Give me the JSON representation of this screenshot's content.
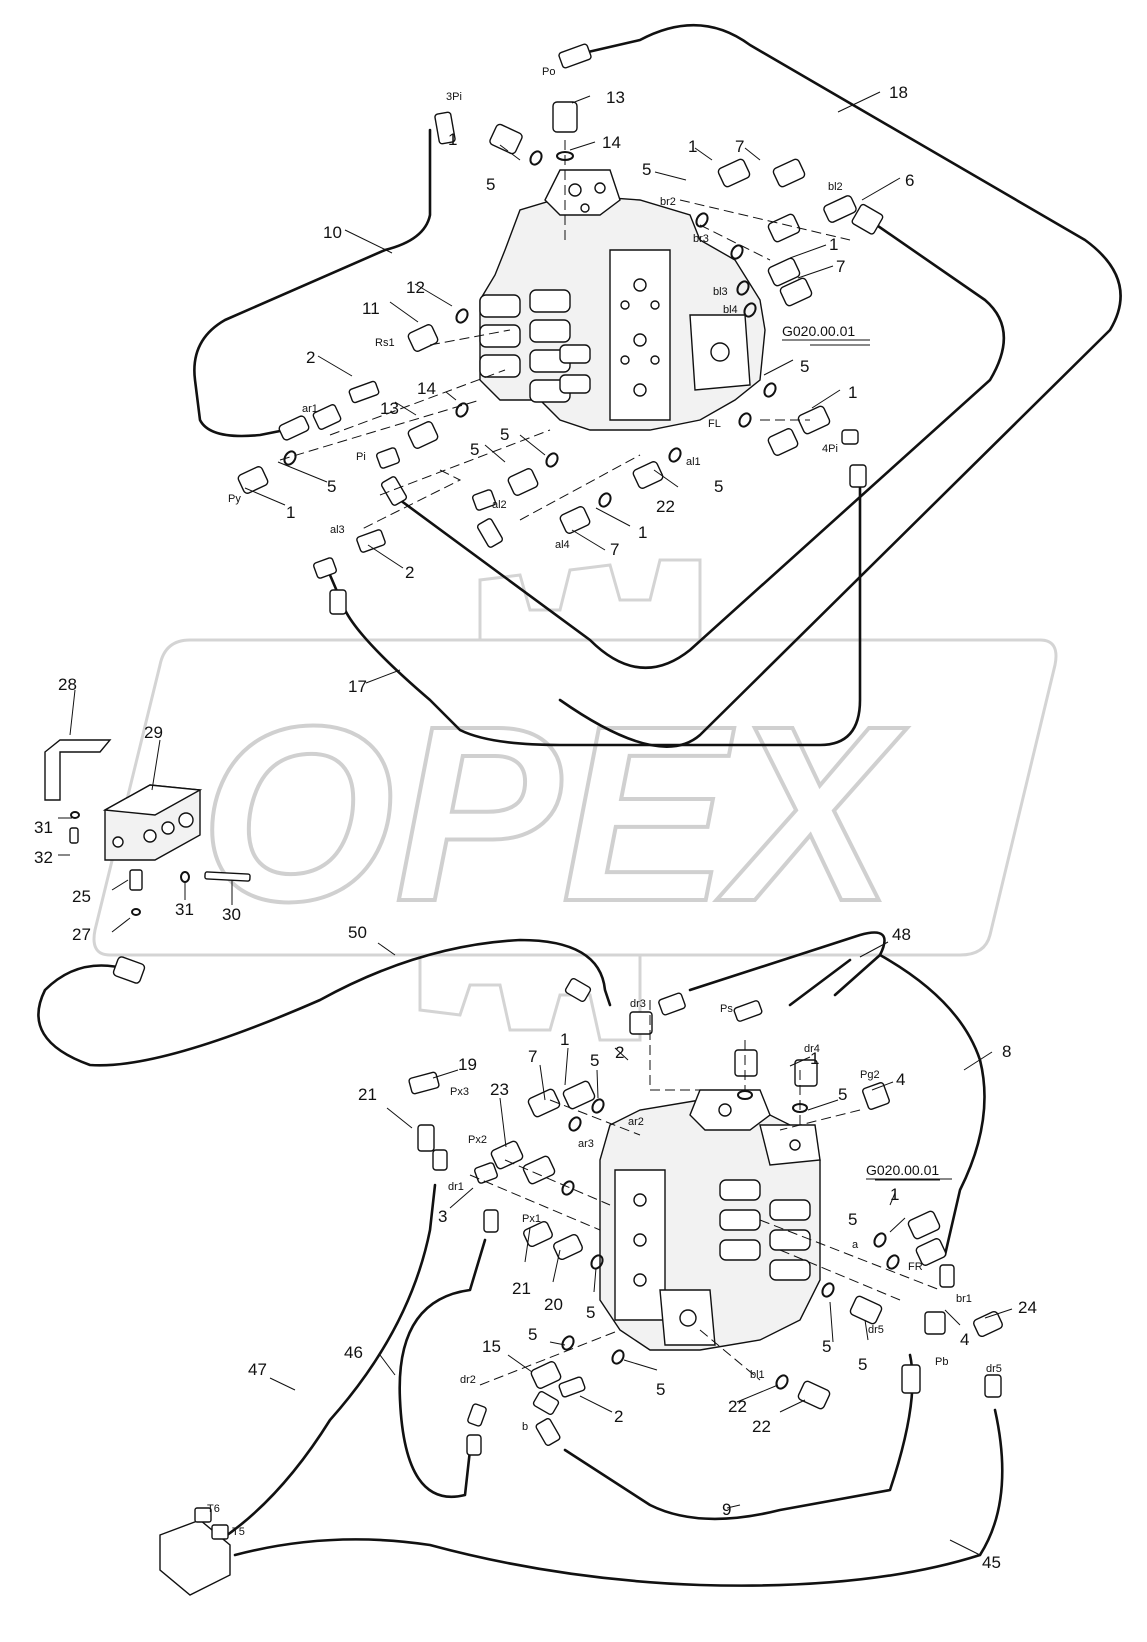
{
  "watermark": {
    "text": "OPEX"
  },
  "reference_labels": {
    "upper_valve_ref": "G020.00.01",
    "lower_valve_ref": "G020.00.01"
  },
  "callouts": {
    "c18": "18",
    "c13a": "13",
    "c14a": "14",
    "c1a": "1",
    "c5a": "5",
    "c7a": "7",
    "c6": "6",
    "c1b": "1",
    "c7b": "7",
    "c10": "10",
    "c12": "12",
    "c11": "11",
    "c2a": "2",
    "c14b": "14",
    "c13b": "13",
    "c5b": "5",
    "c1c": "1",
    "c5c": "5",
    "c1d": "1",
    "c5d": "5",
    "c22a": "22",
    "c5e": "5",
    "c7c": "7",
    "c2b": "2",
    "c1e": "1",
    "c5f": "5",
    "c5g": "5",
    "c17": "17",
    "c28": "28",
    "c29": "29",
    "c31a": "31",
    "c32": "32",
    "c25": "25",
    "c31b": "31",
    "c30": "30",
    "c27": "27",
    "c50": "50",
    "c48": "48",
    "c8": "8",
    "c7d": "7",
    "c1f": "1",
    "c5h": "5",
    "c2c": "2",
    "c1g": "1",
    "c4a": "4",
    "c5i": "5",
    "c19": "19",
    "c21a": "21",
    "c23": "23",
    "c3": "3",
    "c21b": "21",
    "c20": "20",
    "c5j": "5",
    "c1h": "1",
    "c5k": "5",
    "c24": "24",
    "c4b": "4",
    "c5l": "5",
    "c1i": "1",
    "c15": "15",
    "c5m": "5",
    "c2d": "2",
    "c5n": "5",
    "c5o": "5",
    "c22b": "22",
    "c46": "46",
    "c47": "47",
    "c9": "9",
    "c45": "45"
  },
  "ports": {
    "p3Pi": "3Pi",
    "pPo": "Po",
    "pbr2": "br2",
    "pbr3": "br3",
    "pbl2": "bl2",
    "pbl3": "bl3",
    "pbl4": "bl4",
    "pRs1": "Rs1",
    "par1": "ar1",
    "pPy": "Py",
    "pPi": "Pi",
    "pal1": "al1",
    "pal2": "al2",
    "pal4": "al4",
    "pFL": "FL",
    "p4Pi": "4Pi",
    "pal3": "al3",
    "pdr3": "dr3",
    "pPs": "Ps",
    "pdr4": "dr4",
    "pPg2": "Pg2",
    "pPx3": "Px3",
    "par2": "ar2",
    "par3": "ar3",
    "pPx2": "Px2",
    "pdr1": "dr1",
    "pPx1": "Px1",
    "pa": "a",
    "pFR": "FR",
    "pbr1": "br1",
    "pdr5a": "dr5",
    "pPb": "Pb",
    "pdr5b": "dr5",
    "pbl1": "bl1",
    "pdr2": "dr2",
    "pb": "b",
    "pT6": "T6",
    "pT5": "T5"
  }
}
